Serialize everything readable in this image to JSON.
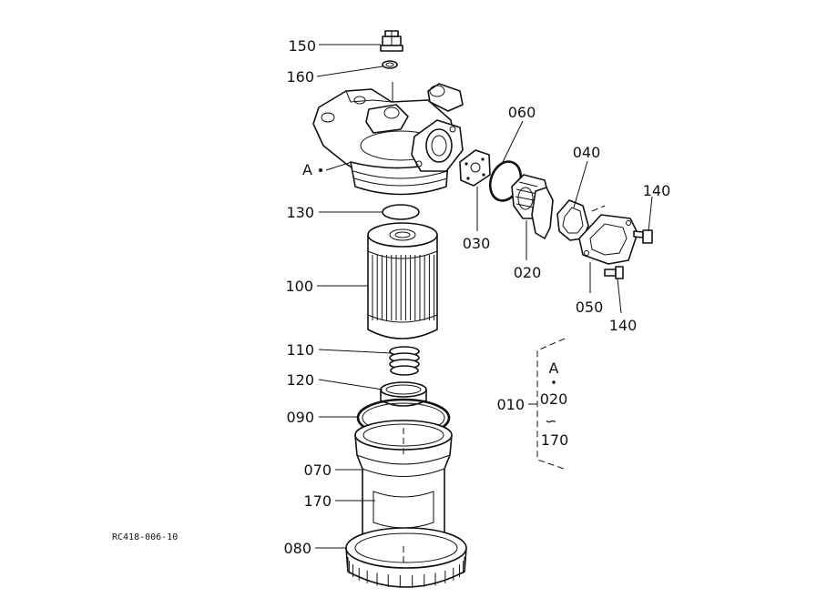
{
  "callouts": {
    "c150": "150",
    "c160": "160",
    "cA": "A",
    "c130": "130",
    "c100": "100",
    "c110": "110",
    "c120": "120",
    "c090": "090",
    "c070": "070",
    "c170": "170",
    "c080": "080",
    "c060": "060",
    "c040": "040",
    "c140a": "140",
    "c030": "030",
    "c020": "020",
    "c050": "050",
    "c140b": "140"
  },
  "kit": {
    "ref": "010",
    "line1": "A",
    "line2": "020",
    "line3": "170"
  },
  "drawing_code": "RC418-006-10"
}
